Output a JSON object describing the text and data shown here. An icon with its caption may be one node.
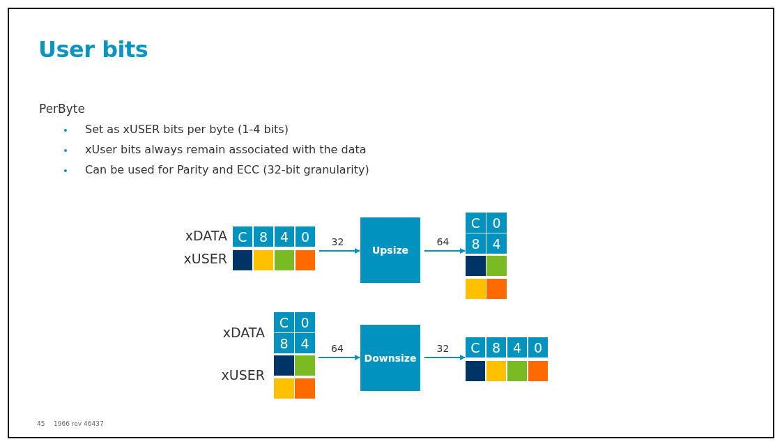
{
  "diagram": {
    "title": "User bits",
    "nodes": [
      {
        "text": [],
        "shape": "box"
      },
      {
        "text": [
          "C"
        ],
        "in": 0
      },
      {
        "text": [
          "8"
        ],
        "in": 0
      },
      {
        "text": [
          "4"
        ],
        "in": 0
      },
      {
        "text": [
          "0"
        ],
        "in": 0
      },
      {
        "text": [],
        "shape": "box",
        "in": 0
      },
      {
        "text": [],
        "shape": "box",
        "in": 0
      },
      {
        "text": [],
        "shape": "box",
        "in": 0
      },
      {
        "text": [],
        "shape": "box",
        "in": 0
      },
      {
        "text": [
          "Upsize"
        ]
      },
      {
        "text": [],
        "shape": "box"
      },
      {
        "text": [
          "C"
        ],
        "in": 10
      },
      {
        "text": [
          "0"
        ],
        "in": 10
      },
      {
        "text": [
          "8"
        ],
        "in": 10
      },
      {
        "text": [
          "4"
        ],
        "in": 10
      },
      {
        "text": [],
        "shape": "box",
        "in": 10
      },
      {
        "text": [],
        "shape": "box",
        "in": 10
      },
      {
        "text": [],
        "shape": "box",
        "in": 10
      },
      {
        "text": [],
        "shape": "box",
        "in": 10
      },
      {
        "text": [],
        "shape": "box"
      },
      {
        "text": [
          "C"
        ],
        "in": 19
      },
      {
        "text": [
          "0"
        ],
        "in": 19
      },
      {
        "text": [
          "8"
        ],
        "in": 19
      },
      {
        "text": [
          "4"
        ],
        "in": 19
      },
      {
        "text": [],
        "shape": "box",
        "in": 19
      },
      {
        "text": [],
        "shape": "box",
        "in": 19
      },
      {
        "text": [],
        "shape": "box",
        "in": 19
      },
      {
        "text": [],
        "shape": "box",
        "in": 19
      },
      {
        "text": [
          "Downsize"
        ]
      },
      {
        "text": [],
        "shape": "box"
      },
      {
        "text": [
          "C"
        ],
        "in": 29
      },
      {
        "text": [
          "8"
        ],
        "in": 29
      },
      {
        "text": [
          "4"
        ],
        "in": 29
      },
      {
        "text": [
          "0"
        ],
        "in": 29
      },
      {
        "text": [],
        "shape": "box",
        "in": 29
      },
      {
        "text": [],
        "shape": "box",
        "in": 29
      },
      {
        "text": [],
        "shape": "box",
        "in": 29
      },
      {
        "text": [],
        "shape": "box",
        "in": 29
      }
    ],
    "edges": [
      {
        "from": 0,
        "to": 9,
        "arrow": "to",
        "label": "32"
      },
      {
        "from": 9,
        "to": 10,
        "arrow": "to",
        "label": "64"
      },
      {
        "from": 19,
        "to": 28,
        "arrow": "to",
        "label": "64"
      },
      {
        "from": 28,
        "to": 29,
        "arrow": "to",
        "label": "32"
      }
    ],
    "labels": [
      "PerByte",
      "Set as xUSER bits per byte (1-4 bits)",
      "xUser bits always remain associated with the data",
      "Can be used for Parity and ECC (32-bit granularity)",
      "xDATA",
      "xUSER",
      "xDATA",
      "xUSER",
      "45",
      "1966 rev 46437"
    ]
  }
}
